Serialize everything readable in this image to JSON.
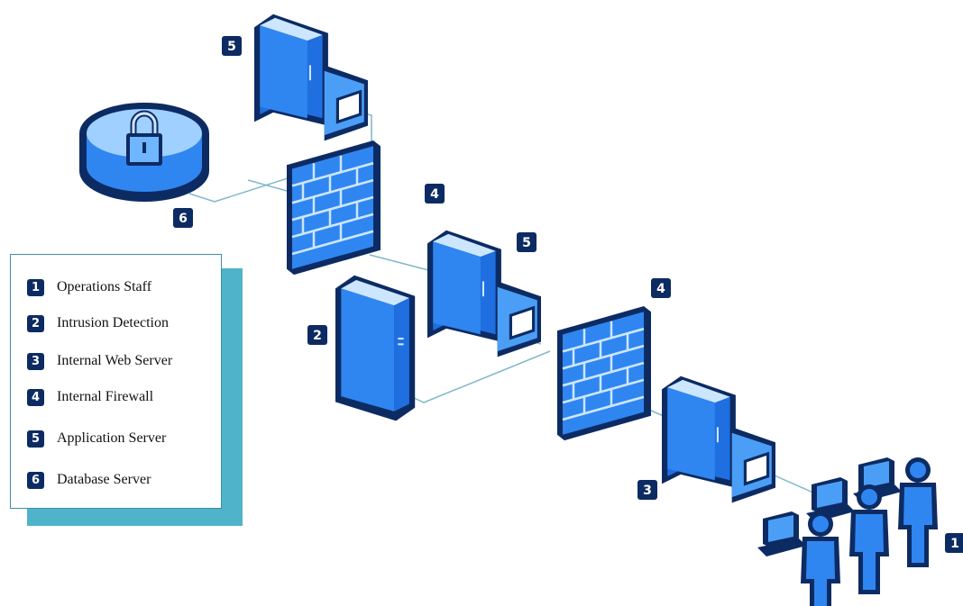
{
  "legend": {
    "items": [
      {
        "num": "1",
        "label": "Operations Staff"
      },
      {
        "num": "2",
        "label": "Intrusion Detection"
      },
      {
        "num": "3",
        "label": "Internal Web Server"
      },
      {
        "num": "4",
        "label": "Internal Firewall"
      },
      {
        "num": "5",
        "label": "Application Server"
      },
      {
        "num": "6",
        "label": "Database Server"
      }
    ]
  },
  "diagram": {
    "badges": {
      "app_server_top": "5",
      "database": "6",
      "firewall_top": "4",
      "app_server_mid": "5",
      "firewall_mid": "4",
      "intrusion": "2",
      "web_server": "3",
      "staff": "1"
    }
  },
  "colors": {
    "dark_navy": "#0d2b63",
    "mid_blue": "#1f6fe0",
    "light_blue": "#9fd0ff",
    "connector": "#7fb9c9",
    "legend_shadow": "#4fb3c9"
  }
}
